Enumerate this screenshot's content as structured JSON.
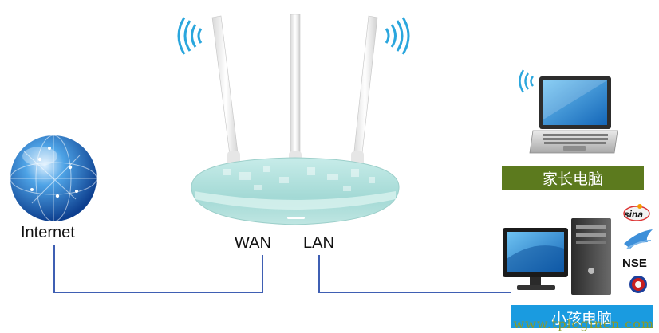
{
  "labels": {
    "internet": "Internet",
    "wan": "WAN",
    "lan": "LAN",
    "parent_pc": "家长电脑",
    "child_pc": "小孩电脑",
    "watermark": "www.tplogincn.com"
  },
  "side_icons": {
    "sina": "sina",
    "nse": "NSE"
  },
  "colors": {
    "line": "#3f5fb3",
    "parent_box": "#5c7a1e",
    "child_box": "#1a9be0",
    "router_body": "#a8dcd8",
    "watermark": "#8a9a2a"
  }
}
